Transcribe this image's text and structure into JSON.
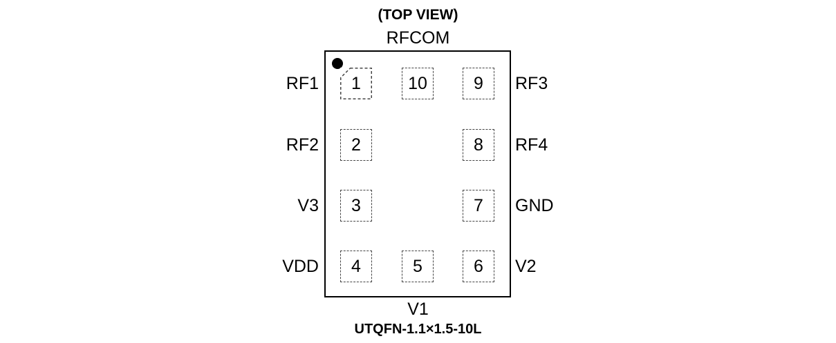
{
  "title": "(TOP VIEW)",
  "package": {
    "caption": "UTQFN-1.1×1.5-10L",
    "top_pin_label": "RFCOM",
    "bottom_pin_label": "V1",
    "left_pin_labels": [
      "RF1",
      "RF2",
      "V3",
      "VDD"
    ],
    "right_pin_labels": [
      "RF3",
      "RF4",
      "GND",
      "V2"
    ],
    "pad_rows": {
      "row1": [
        "1",
        "10",
        "9"
      ],
      "row2": [
        "2",
        "8"
      ],
      "row3": [
        "3",
        "7"
      ],
      "row4": [
        "4",
        "5",
        "6"
      ]
    },
    "pin1_marker": "filled-dot"
  },
  "colors": {
    "background": "#ffffff",
    "outline": "#000000",
    "pad_border": "#444444",
    "text": "#000000",
    "pin1_dot": "#000000"
  }
}
